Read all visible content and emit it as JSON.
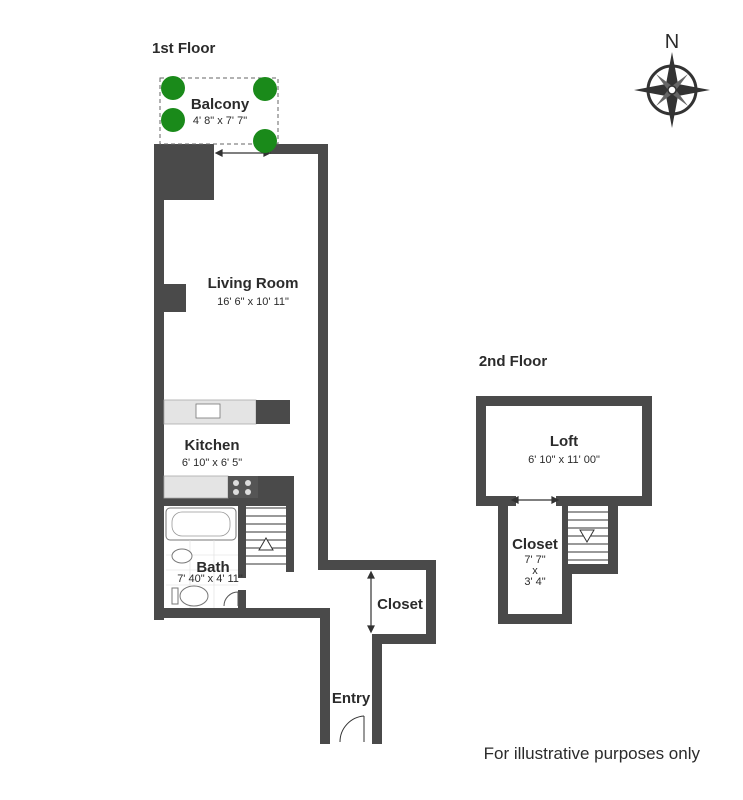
{
  "floors": {
    "first": {
      "label": "1st Floor",
      "rooms": {
        "balcony": {
          "name": "Balcony",
          "dims": "4' 8\" x 7' 7\""
        },
        "living": {
          "name": "Living Room",
          "dims": "16' 6\" x 10' 11\""
        },
        "kitchen": {
          "name": "Kitchen",
          "dims": "6' 10\" x 6' 5\""
        },
        "bath": {
          "name": "Bath",
          "dims": "7' 40\" x 4' 11\""
        },
        "closet": {
          "name": "Closet"
        },
        "entry": {
          "name": "Entry"
        }
      }
    },
    "second": {
      "label": "2nd Floor",
      "rooms": {
        "loft": {
          "name": "Loft",
          "dims": "6' 10\" x 11' 00\""
        },
        "closet": {
          "name": "Closet",
          "dims_line1": "7' 7\"",
          "dims_line2": "x",
          "dims_line3": "3' 4\""
        }
      }
    }
  },
  "compass": {
    "north_label": "N"
  },
  "disclaimer": "For illustrative purposes only",
  "colors": {
    "wall": "#4a4a4a",
    "marker": "#1a8a1a",
    "counter": "#e4e4e4"
  }
}
